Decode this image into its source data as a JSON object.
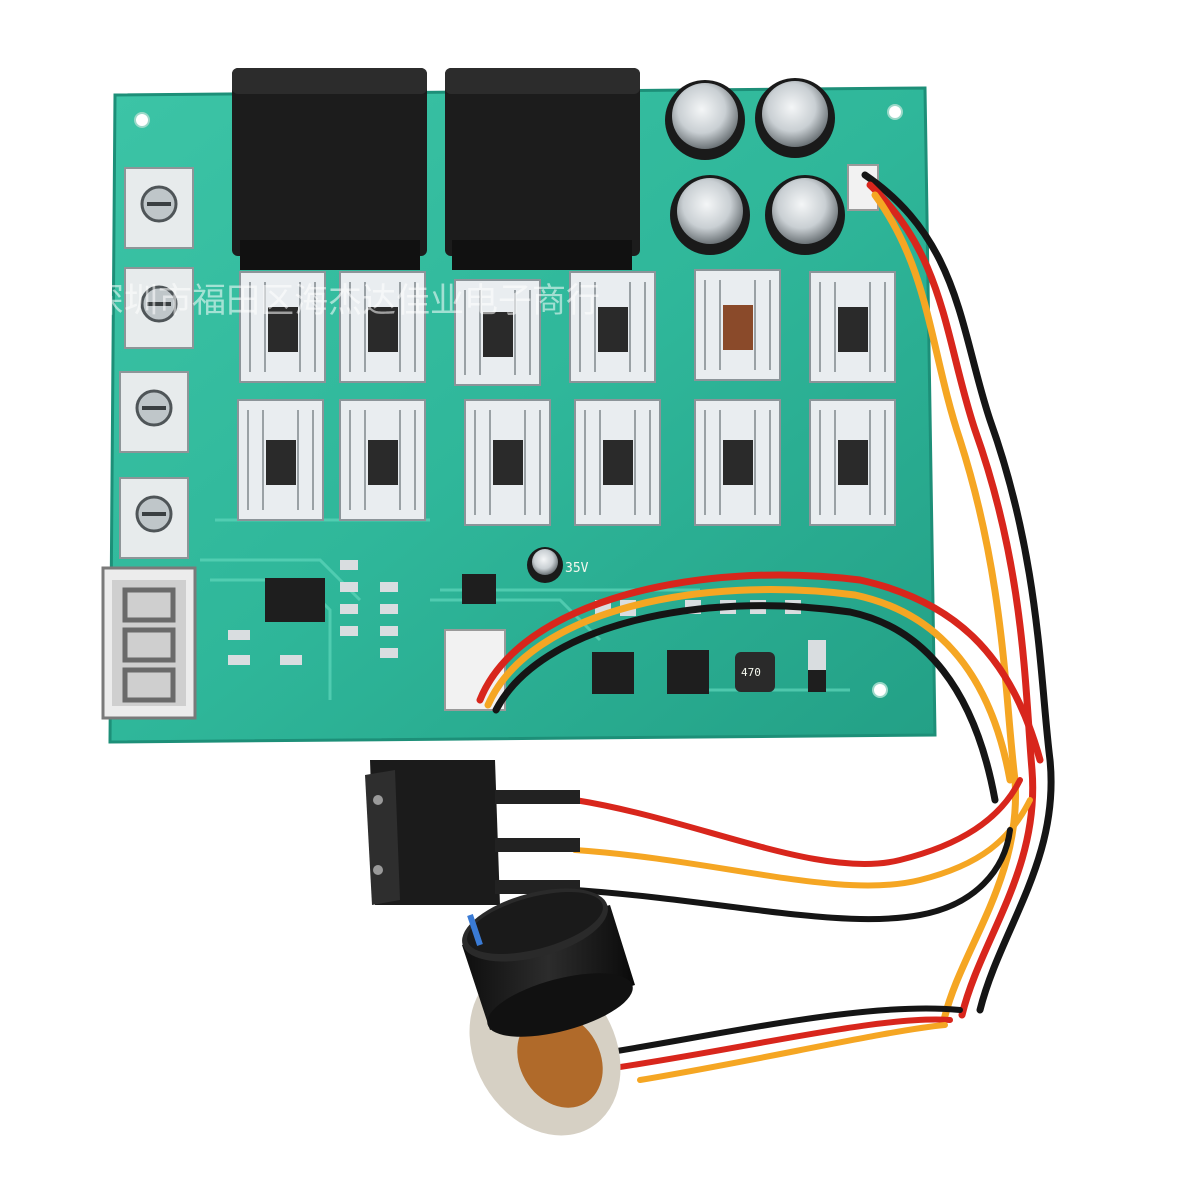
{
  "photo": {
    "subject": "PWM DC motor speed controller board with rocker switch and potentiometer knob",
    "watermark": "深圳市福田区海杰达佳业电子商行",
    "silkscreen": {
      "cap_value": "35V",
      "inductor_value": "470"
    },
    "colors": {
      "pcb": "#2fb79a",
      "pcb_light": "#4fcdb0",
      "relay": "#1c1c1c",
      "heatsink": "#e9edf0",
      "wire_red": "#d8261c",
      "wire_yellow": "#f5a623",
      "wire_black": "#151515",
      "display": "#b23a3a"
    }
  }
}
